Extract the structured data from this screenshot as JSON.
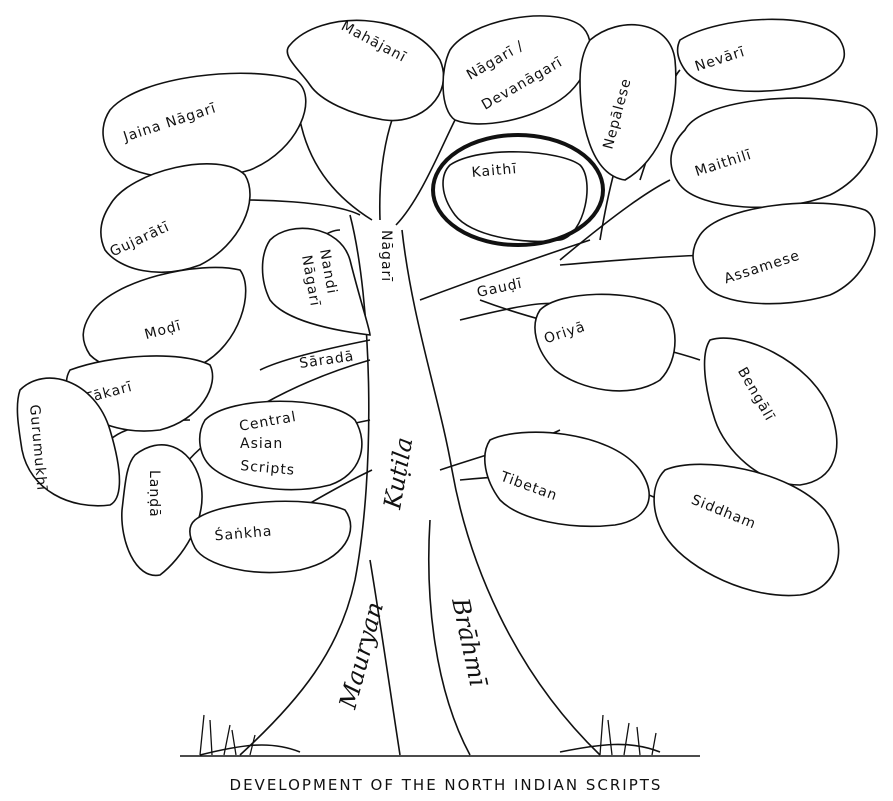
{
  "caption": "DEVELOPMENT OF THE NORTH INDIAN SCRIPTS",
  "trunk_labels": {
    "brahmi": "Brāhmī",
    "mauryan": "Mauryan",
    "kutila": "Kuṭila"
  },
  "branch_labels": {
    "nagari": "Nāgarī",
    "gaudi": "Gauḍī",
    "sarada": "Śāradā"
  },
  "leaves": {
    "mahajani": "Mahājanī",
    "nagari_devanagari_1": "Nāgarī /",
    "nagari_devanagari_2": "Devanāgarī",
    "nepalese": "Nepālese",
    "nevari": "Nevārī",
    "jaina_nagari": "Jaina Nāgarī",
    "maithili": "Maithilī",
    "kaithi": "Kaithī",
    "gujarati": "Gujarātī",
    "nandi_nagari_1": "Nandi",
    "nandi_nagari_2": "Nāgarī",
    "assamese": "Assamese",
    "modi": "Moḍī",
    "oriya": "Oriyā",
    "bengali": "Bengālī",
    "takari": "Ṭākarī",
    "central_asian_1": "Central",
    "central_asian_2": "Asian",
    "central_asian_3": "Scripts",
    "gurumukhi": "Gurumukhī",
    "landa": "Laṇḍā",
    "tibetan": "Tibetan",
    "siddham": "Siddham",
    "sankha": "Śaṅkha"
  },
  "highlight": "kaithi"
}
